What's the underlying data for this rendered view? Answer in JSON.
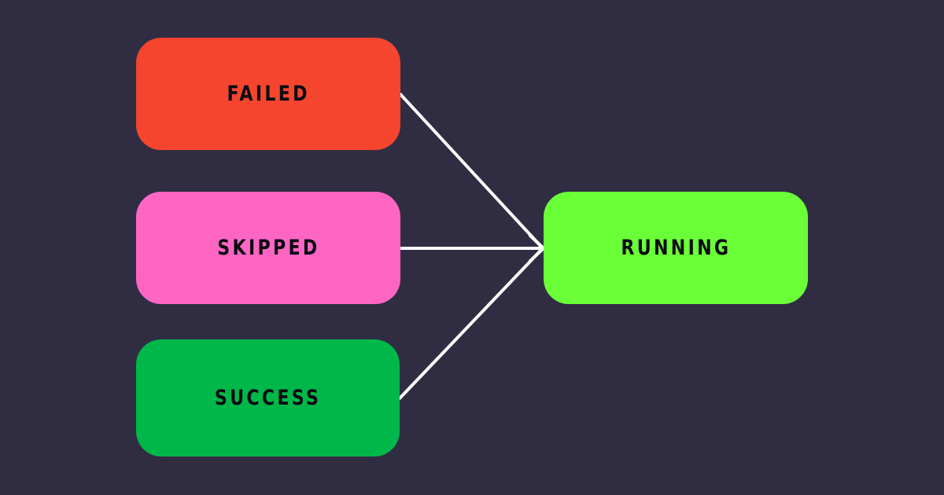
{
  "diagram": {
    "background": "#302d43",
    "edge_color": "#ffffff",
    "nodes": [
      {
        "id": "failed",
        "label": "FAILED",
        "color": "#f5452e"
      },
      {
        "id": "skipped",
        "label": "SKIPPED",
        "color": "#ff66c4"
      },
      {
        "id": "success",
        "label": "SUCCESS",
        "color": "#00b84a"
      },
      {
        "id": "running",
        "label": "RUNNING",
        "color": "#6aff36"
      }
    ],
    "edges": [
      {
        "from": "failed",
        "to": "running"
      },
      {
        "from": "skipped",
        "to": "running"
      },
      {
        "from": "success",
        "to": "running"
      }
    ]
  }
}
